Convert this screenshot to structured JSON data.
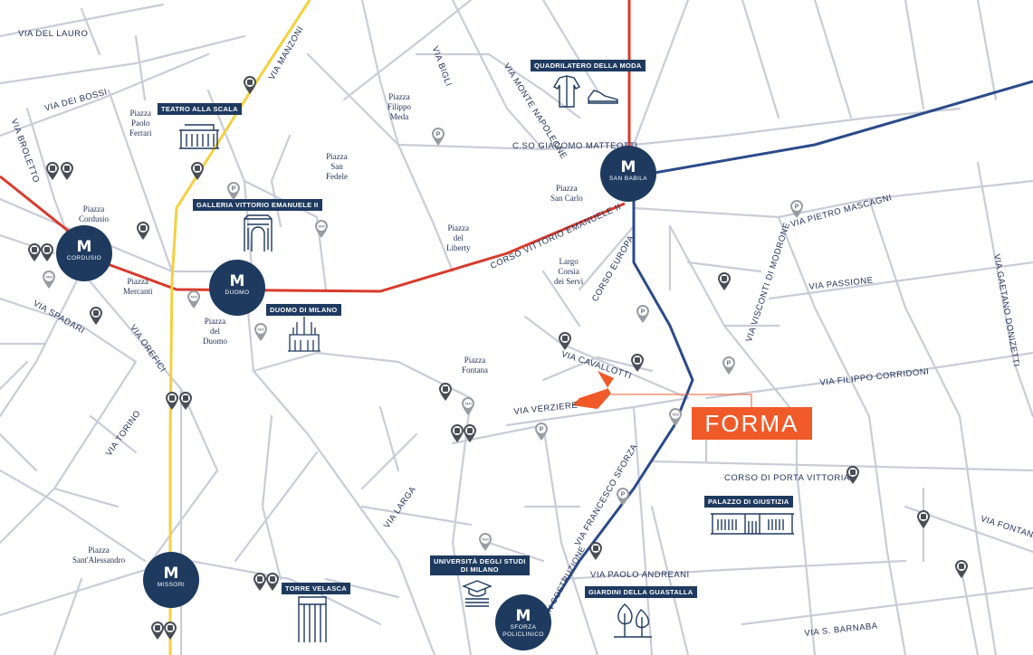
{
  "colors": {
    "street": "#c9ccd8",
    "line_red": "#d93a2b",
    "line_yellow": "#f4d03f",
    "line_blue": "#2a4a8a",
    "navy": "#1e3a5f",
    "brand": "#f05a28",
    "pin": "#6f7278"
  },
  "streets": {
    "via_del_lauro": "VIA DEL LAURO",
    "via_dei_bossi": "VIA DEI BOSSI",
    "via_broletto": "VIA BROLETTO",
    "via_manzoni": "VIA MANZONI",
    "via_bigli": "VIA BIGLI",
    "via_monte_napoleone": "VIA MONTE NAPOLEONE",
    "giacomo_matteotti": "C.SO GIACOMO MATTEOTTI",
    "vittorio_emanuele": "CORSO VITTORIO EMANUELE II",
    "corso_europa": "CORSO EUROPA",
    "pietro_mascagni": "VIA PIETRO MASCAGNI",
    "visconti_modrone": "VIA VISCONTI DI MODRONE",
    "passione": "VIA PASSIONE",
    "gaetano_donizetti": "VIA GAETANO DONIZETTI",
    "filippo_corridoni": "VIA FILIPPO CORRIDONI",
    "cavallotti": "VIA CAVALLOTTI",
    "verziere": "VIA VERZIERE",
    "spadari": "VIA SPADARI",
    "orefici": "VIA OREFICI",
    "torino": "VIA TORINO",
    "larga": "VIA LARGA",
    "francesco_sforza": "VIA FRANCESCO SFORZA",
    "porta_vittoria": "CORSO DI PORTA VITTORIA",
    "fontana": "VIA FONTANA",
    "paolo_andreani": "VIA PAOLO ANDREANI",
    "s_barnaba": "VIA S. BARNABA"
  },
  "piazze": {
    "paolo_ferrari": "Piazza\nPaolo\nFerrari",
    "filippo_meda": "Piazza\nFilippo\nMeda",
    "san_fedele": "Piazza\nSan\nFedele",
    "san_carlo": "Piazza\nSan Carlo",
    "cordusio": "Piazza\nCordusio",
    "liberty": "Piazza\ndel\nLiberty",
    "corsia_servi": "Largo\nCorsia\ndei Servi",
    "mercanti": "Piazza\nMercanti",
    "duomo": "Piazza\ndel\nDuomo",
    "fontana": "Piazza\nFontana",
    "sant_alessandro": "Piazza\nSant'Alessandro"
  },
  "metro": {
    "symbol": "M",
    "stations": [
      "SAN BABILA",
      "CORDUSIO",
      "DUOMO",
      "MISSORI",
      "SFORZA\nPOLICLINICO"
    ]
  },
  "landmarks": {
    "scala": "TEATRO ALLA SCALA",
    "galleria": "GALLERIA VITTORIO EMANUELE II",
    "quadrilatero": "QUADRILATERO DELLA MODA",
    "duomo": "DUOMO DI MILANO",
    "palazzo_giustizia": "PALAZZO DI GIUSTIZIA",
    "universita": "UNIVERSITÀ DEGLI STUDI\nDI MILANO",
    "velasca": "TORRE VELASCA",
    "guastalla": "GIARDINI DELLA GUASTALLA"
  },
  "pin_glyphs": {
    "parking": "P",
    "taxi": "TAXI",
    "bus": "bus-icon"
  },
  "under_construction": "IN COSTRUZIONE",
  "brand": "FORMA"
}
